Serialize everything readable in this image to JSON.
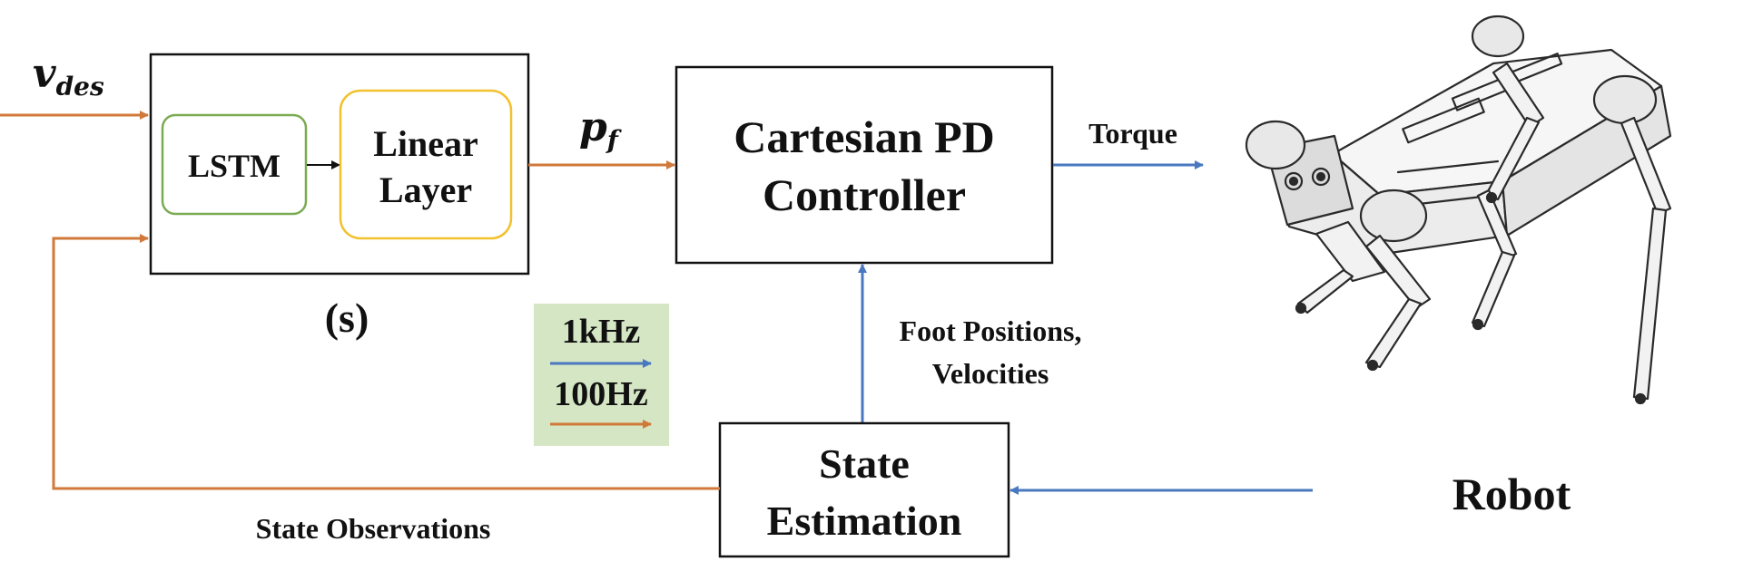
{
  "colors": {
    "orange_arrow": "#d0793a",
    "blue_arrow": "#4a78c0",
    "lstm_border": "#7aab52",
    "linear_border": "#f2c12e",
    "legend_bg": "#d4e6c3",
    "box_border": "#111111"
  },
  "labels": {
    "v_main": "v",
    "v_sub": "des",
    "p_main": "p",
    "p_sub": "f",
    "lstm": "LSTM",
    "linear_line1": "Linear",
    "linear_line2": "Layer",
    "policy_caption": "(s)",
    "pd_line1": "Cartesian PD",
    "pd_line2": "Controller",
    "torque": "Torque",
    "foot_line1": "Foot Positions,",
    "foot_line2": "Velocities",
    "state_line1": "State",
    "state_line2": "Estimation",
    "state_observations": "State Observations",
    "robot": "Robot"
  },
  "legend": {
    "fast_rate": "1kHz",
    "slow_rate": "100Hz"
  },
  "robot_image": {
    "icon": "quadruped-robot-icon"
  }
}
